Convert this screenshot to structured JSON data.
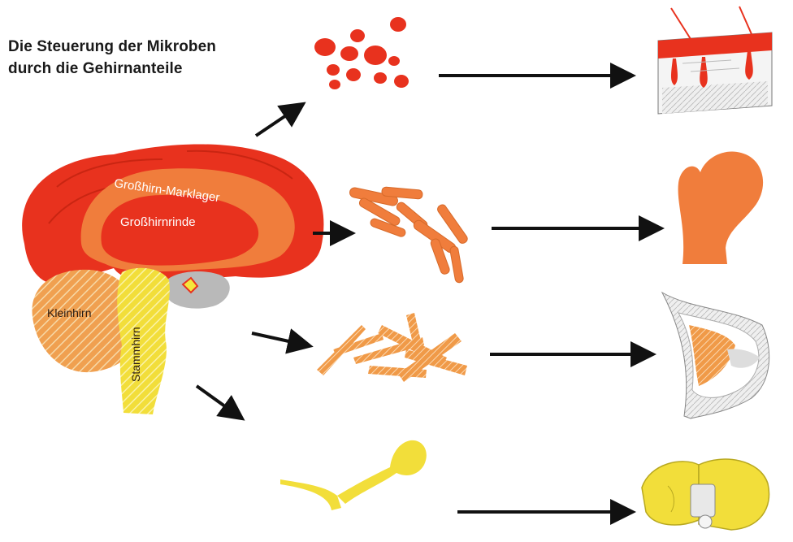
{
  "title": {
    "line1": "Die Steuerung der Mikroben",
    "line2": "durch die Gehirnanteile"
  },
  "brain_labels": {
    "marklager": "Großhirn-Marklager",
    "rinde": "Großhirnrinde",
    "kleinhirn": "Kleinhirn",
    "stammhirn": "Stammhirn"
  },
  "colors": {
    "cortex": "#e8321e",
    "marklager": "#f07d3c",
    "kleinhirn": "#f0a050",
    "stammhirn": "#f5e63c",
    "arrow": "#111111"
  },
  "icons": {
    "row1_microbe": "cocci-cluster-icon",
    "row1_organ": "skin-section-icon",
    "row2_microbe": "bacilli-icon",
    "row2_organ": "femur-head-icon",
    "row3_microbe": "mycobacteria-icon",
    "row3_organ": "breast-section-icon",
    "row4_microbe": "fungus-icon",
    "row4_organ": "liver-icon"
  }
}
